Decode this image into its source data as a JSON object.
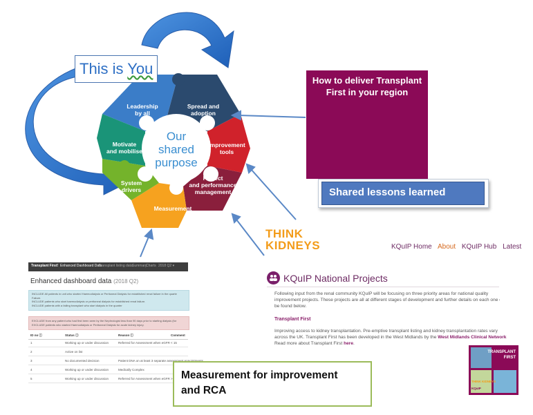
{
  "callouts": {
    "you": {
      "prefix": "This is ",
      "underlined": "You"
    },
    "shared_lessons": "Shared lessons learned",
    "measurement_rca_line1": "Measurement for improvement",
    "measurement_rca_line2": "and RCA"
  },
  "hexagon": {
    "center_line1": "Our",
    "center_line2": "shared",
    "center_line3": "purpose",
    "segments": [
      {
        "name": "leadership",
        "line1": "Leadership",
        "line2": "by all",
        "color": "#3b7dc8"
      },
      {
        "name": "spread",
        "line1": "Spread and",
        "line2": "adoption",
        "color": "#2b4a6e"
      },
      {
        "name": "improvement-tools",
        "line1": "Improvement",
        "line2": "tools",
        "color": "#d0222b"
      },
      {
        "name": "project-management",
        "line1": "Project",
        "line2": "and performance",
        "line3": "management",
        "color": "#8a1f3c"
      },
      {
        "name": "measurement",
        "line1": "Measurement",
        "color": "#f6a21f"
      },
      {
        "name": "system-drivers",
        "line1": "System",
        "line2": "drivers",
        "color": "#74b32b"
      },
      {
        "name": "motivate",
        "line1": "Motivate",
        "line2": "and mobilise",
        "color": "#1a9478"
      }
    ]
  },
  "transplant_card": {
    "title_line1": "How to deliver Transplant",
    "title_line2": "First in your region"
  },
  "kquip": {
    "logo_line1": "THINK",
    "logo_line2": "KIDNEYS",
    "nav": [
      "KQuIP Home",
      "About",
      "KQuIP Hub",
      "Latest"
    ],
    "active_nav": "About",
    "title": "KQuIP National Projects",
    "intro_line1": "Following input from the renal community KQuIP will be focusing on three priority areas for national quality",
    "intro_line2": "improvement projects. These projects are all at different stages of development and further details on each one ca",
    "intro_line3": "be found below.",
    "subheading": "Transplant First",
    "body_line1": "Improving access to kidney transplantation. Pre-emptive transplant listing and kidney transplantation rates vary",
    "body_line2_pre": "across the UK. Transplant First has been developed in the West Midlands by the ",
    "body_line2_link": "West Midlands Clinical Network",
    "body_line3_pre": "Read more about Transplant First ",
    "body_line3_link": "here",
    "mini_card_line1": "TRANSPLANT",
    "mini_card_line2": "FIRST",
    "mini_card_brand": "THINK KIDNEYS",
    "mini_card_footer": "KQuIP"
  },
  "dashboard": {
    "nav": [
      "Transplant First!",
      "Enhanced Dashboard Data",
      "Transplant listing data",
      "Summary",
      "Charts",
      "2018 Q2 ▾"
    ],
    "title": "Enhanced dashboard data",
    "period": "(2018 Q2)",
    "include_lines": [
      "INCLUDE All patients in unit who started Haemodialysis or Peritoneal Dialysis for established renal failure in the quarte",
      "Failure.",
      "INCLUDE patients who start haemodialysis or peritoneal dialysis for established renal failure.",
      "INCLUDE patients with a failing transplant who start dialysis in the quarter"
    ],
    "exclude_lines": [
      "EXCLUDE from any patient who had first been seen by the Nephrologist less than 90 days prior to starting dialysis (for",
      "EXCLUDE patients who started Haemodialysis or Peritoneal Dialysis for acute kidney injury."
    ],
    "columns": [
      "ID no ⓘ",
      "Status ⓘ",
      "Reason ⓘ",
      "Comment"
    ],
    "rows": [
      {
        "id": "1",
        "status": "Working up or under discussion",
        "reason": "Referred for Assessment when eGFR < 15"
      },
      {
        "id": "2",
        "status": "Active on list",
        "reason": ""
      },
      {
        "id": "3",
        "status": "No documented decision",
        "reason": "Patient DNA on at least 3 separate assessment Appointments"
      },
      {
        "id": "4",
        "status": "Working up or under discussion",
        "reason": "Medically Complex"
      },
      {
        "id": "5",
        "status": "Working up or under discussion",
        "reason": "Referred for Assessment when eGFR >"
      }
    ]
  }
}
